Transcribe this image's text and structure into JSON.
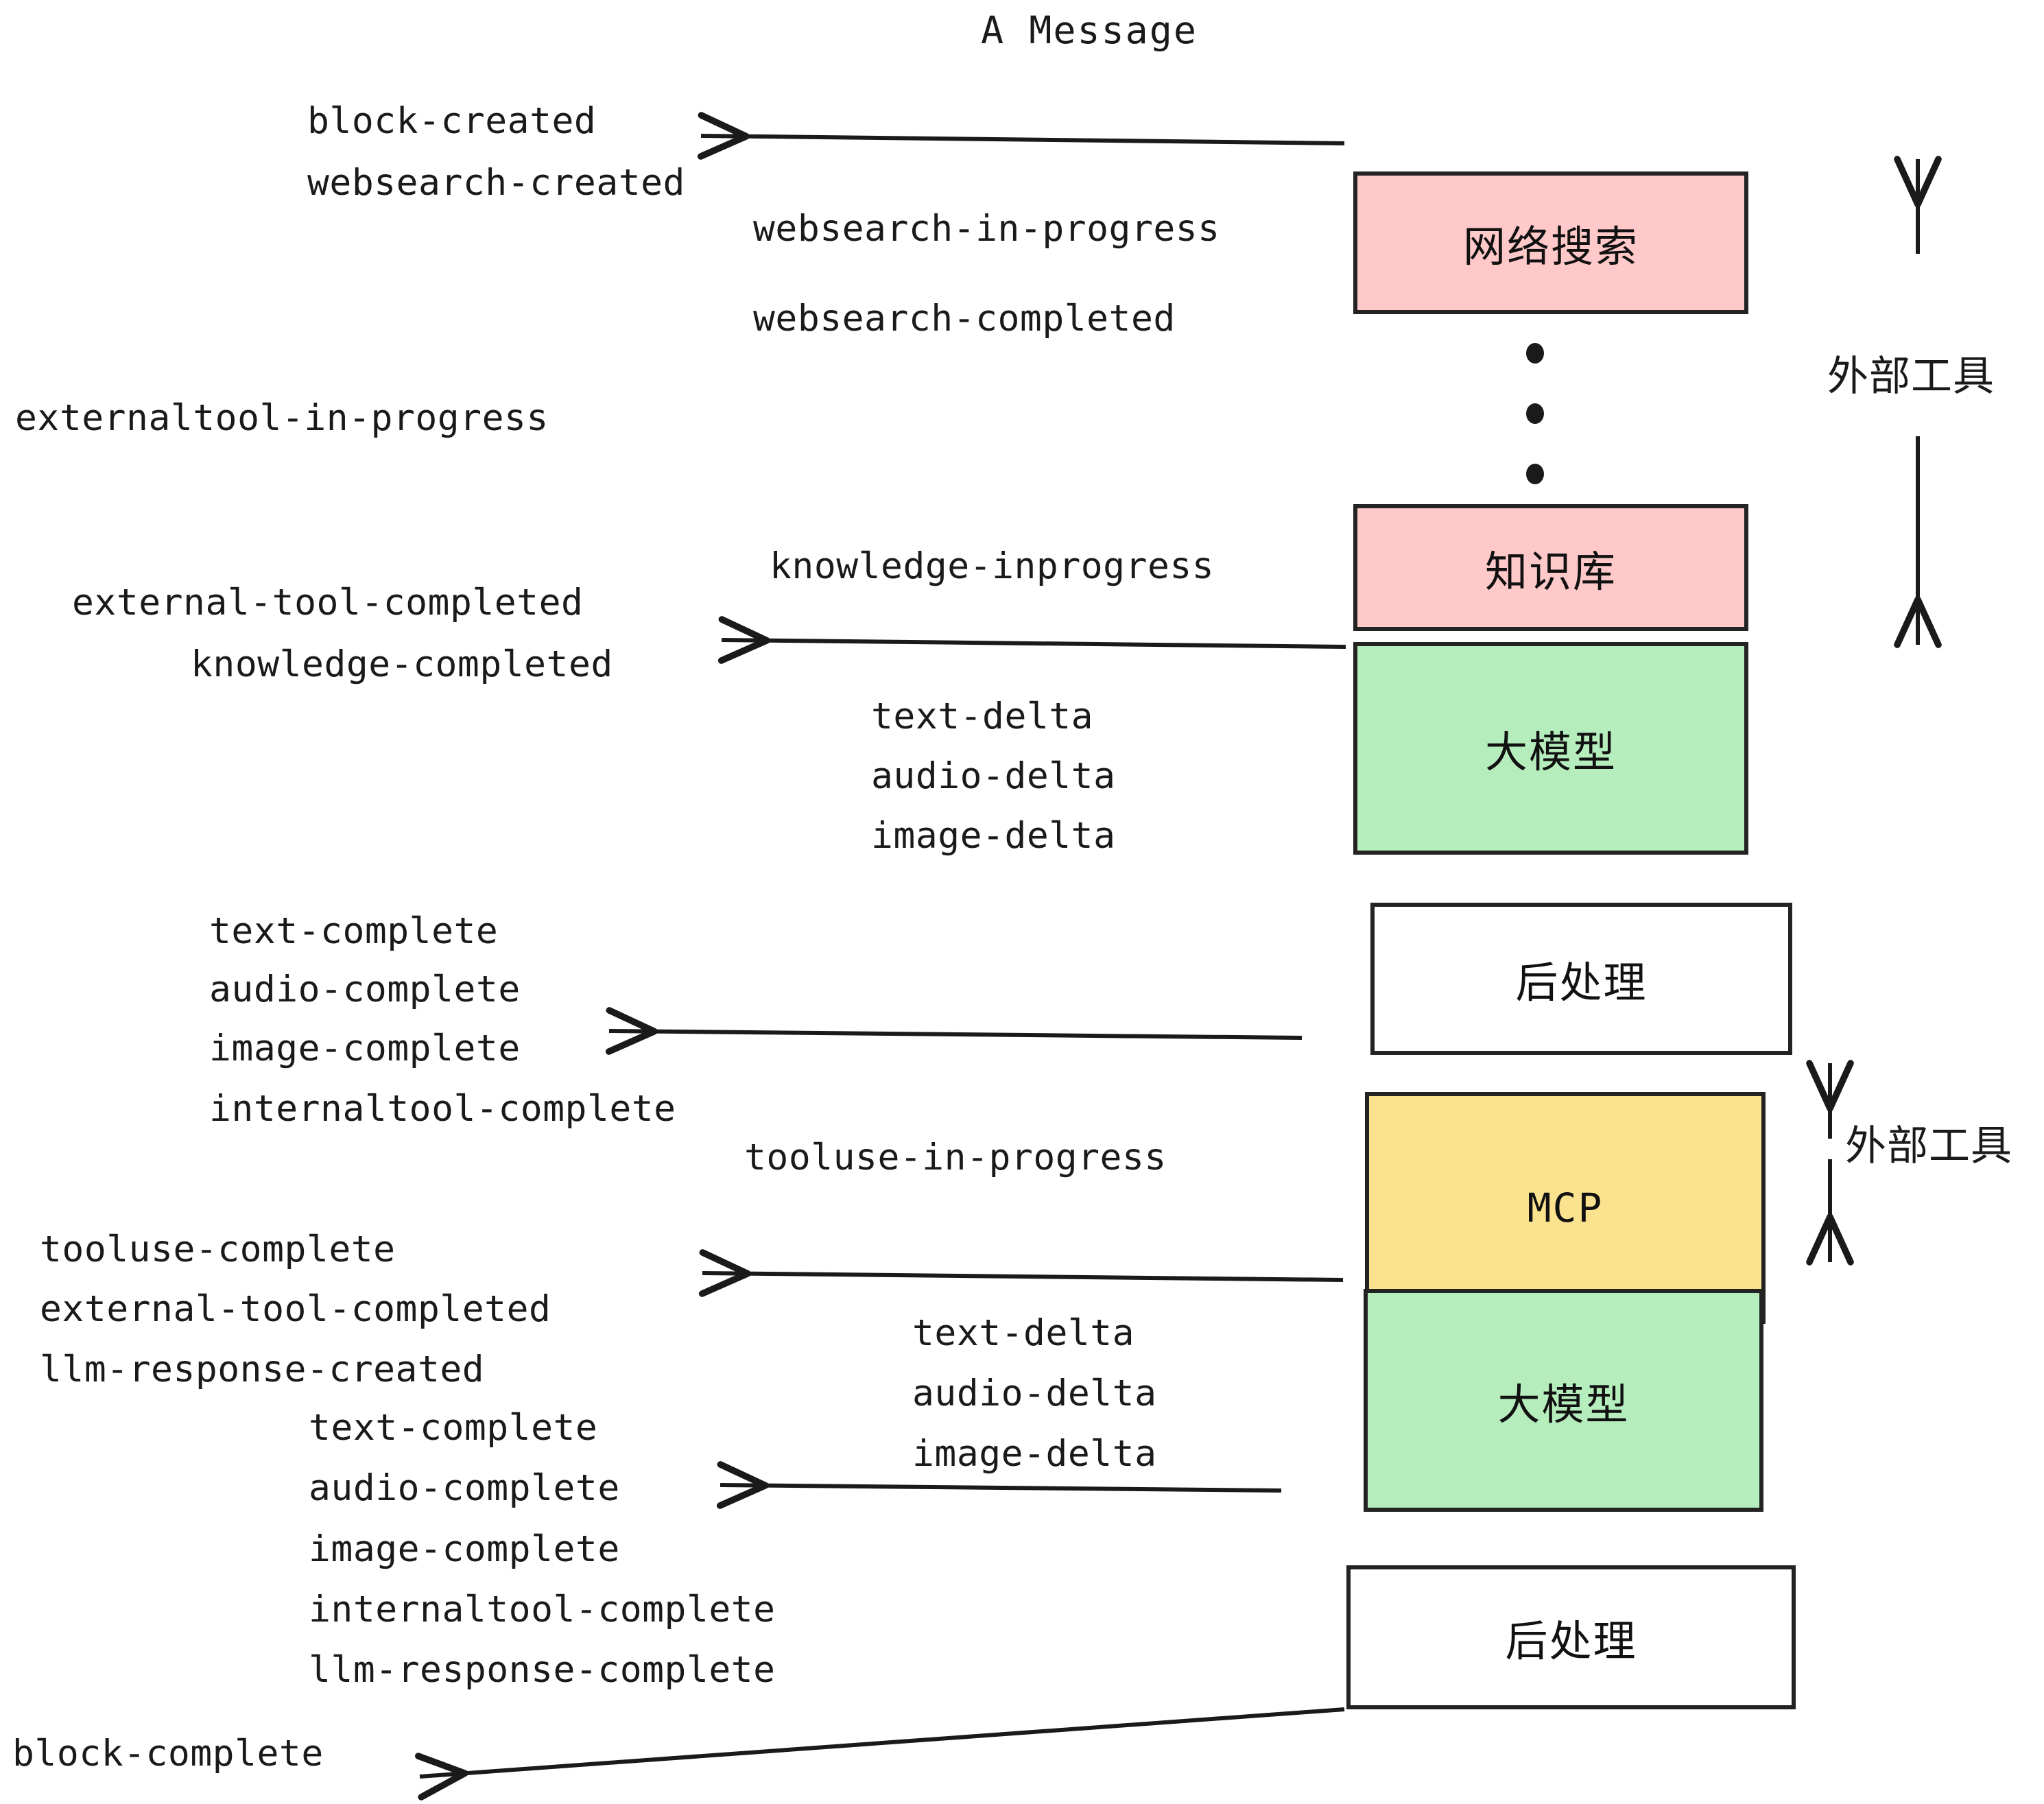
{
  "title": "A Message",
  "colors": {
    "pink": "#ffc9c9",
    "green": "#b6edbd",
    "yellow": "#fbe28e",
    "white": "#ffffff",
    "stroke": "#232323",
    "text": "#1a1a1a"
  },
  "boxes": [
    {
      "id": "websearch",
      "label": "网络搜索",
      "fill": "#ffc9c9",
      "mono": false
    },
    {
      "id": "knowledge",
      "label": "知识库",
      "fill": "#ffc9c9",
      "mono": false
    },
    {
      "id": "llm-top",
      "label": "大模型",
      "fill": "#b6edbd",
      "mono": false
    },
    {
      "id": "postprocess-top",
      "label": "后处理",
      "fill": "#ffffff",
      "mono": false
    },
    {
      "id": "mcp",
      "label": "MCP",
      "fill": "#fbe28e",
      "mono": true
    },
    {
      "id": "llm-bottom",
      "label": "大模型",
      "fill": "#b6edbd",
      "mono": false
    },
    {
      "id": "postprocess-bottom",
      "label": "后处理",
      "fill": "#ffffff",
      "mono": false
    }
  ],
  "side_labels": [
    {
      "id": "external-tools-upper",
      "label": "外部工具"
    },
    {
      "id": "external-tools-lower",
      "label": "外部工具"
    }
  ],
  "events": [
    {
      "id": "block-created",
      "text": "block-created"
    },
    {
      "id": "websearch-created",
      "text": "websearch-created"
    },
    {
      "id": "websearch-in-progress",
      "text": "websearch-in-progress"
    },
    {
      "id": "websearch-completed",
      "text": "websearch-completed"
    },
    {
      "id": "externaltool-in-progress",
      "text": "externaltool-in-progress"
    },
    {
      "id": "knowledge-inprogress",
      "text": "knowledge-inprogress"
    },
    {
      "id": "external-tool-completed-1",
      "text": "external-tool-completed"
    },
    {
      "id": "knowledge-completed",
      "text": "knowledge-completed"
    },
    {
      "id": "text-delta-1",
      "text": "text-delta"
    },
    {
      "id": "audio-delta-1",
      "text": "audio-delta"
    },
    {
      "id": "image-delta-1",
      "text": "image-delta"
    },
    {
      "id": "text-complete-1",
      "text": "text-complete"
    },
    {
      "id": "audio-complete-1",
      "text": "audio-complete"
    },
    {
      "id": "image-complete-1",
      "text": "image-complete"
    },
    {
      "id": "internaltool-complete-1",
      "text": "internaltool-complete"
    },
    {
      "id": "tooluse-in-progress",
      "text": "tooluse-in-progress"
    },
    {
      "id": "tooluse-complete",
      "text": "tooluse-complete"
    },
    {
      "id": "external-tool-completed-2",
      "text": "external-tool-completed"
    },
    {
      "id": "llm-response-created",
      "text": "llm-response-created"
    },
    {
      "id": "text-delta-2",
      "text": "text-delta"
    },
    {
      "id": "audio-delta-2",
      "text": "audio-delta"
    },
    {
      "id": "image-delta-2",
      "text": "image-delta"
    },
    {
      "id": "text-complete-2",
      "text": "text-complete"
    },
    {
      "id": "audio-complete-2",
      "text": "audio-complete"
    },
    {
      "id": "image-complete-2",
      "text": "image-complete"
    },
    {
      "id": "internaltool-complete-2",
      "text": "internaltool-complete"
    },
    {
      "id": "llm-response-complete",
      "text": "llm-response-complete"
    },
    {
      "id": "block-complete",
      "text": "block-complete"
    }
  ]
}
